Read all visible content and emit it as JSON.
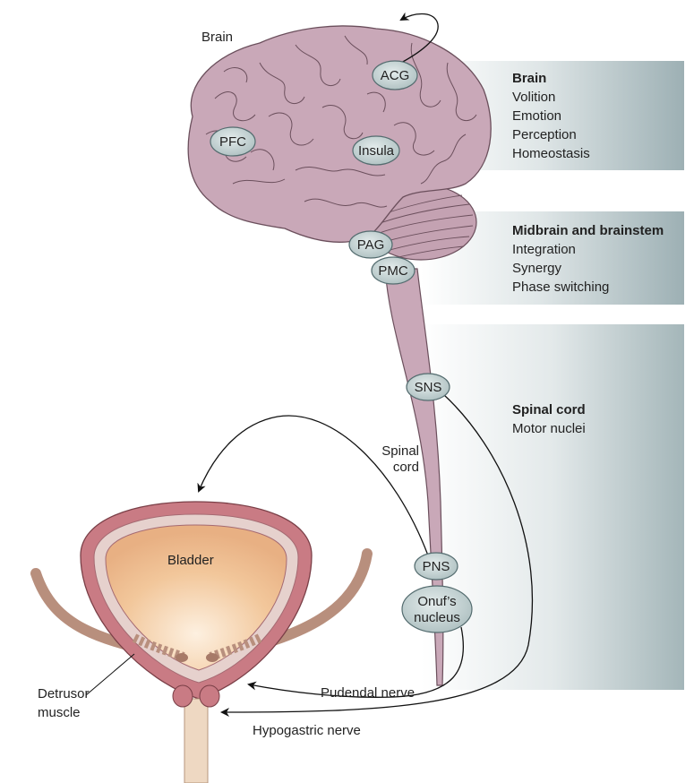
{
  "labels": {
    "brain": "Brain",
    "spinal_cord_1": "Spinal",
    "spinal_cord_2": "cord",
    "bladder": "Bladder",
    "detrusor_1": "Detrusor",
    "detrusor_2": "muscle",
    "pudendal": "Pudendal nerve",
    "hypogastric": "Hypogastric nerve"
  },
  "nodes": {
    "acg": "ACG",
    "pfc": "PFC",
    "insula": "Insula",
    "pag": "PAG",
    "pmc": "PMC",
    "sns": "SNS",
    "pns": "PNS",
    "onuf_1": "Onuf’s",
    "onuf_2": "nucleus"
  },
  "panels": {
    "brain": {
      "title": "Brain",
      "items": [
        "Volition",
        "Emotion",
        "Perception",
        "Homeostasis"
      ]
    },
    "midbrain": {
      "title": "Midbrain and brainstem",
      "items": [
        "Integration",
        "Synergy",
        "Phase switching"
      ]
    },
    "spinal": {
      "title": "Spinal cord",
      "items": [
        "Motor nuclei"
      ]
    }
  },
  "colors": {
    "brain": "#c9a8b8",
    "node": "#c2d0d0",
    "panel": "#9fb1b5",
    "bladder_wall": "#c97b84",
    "bladder_inner": "#eab98c"
  }
}
